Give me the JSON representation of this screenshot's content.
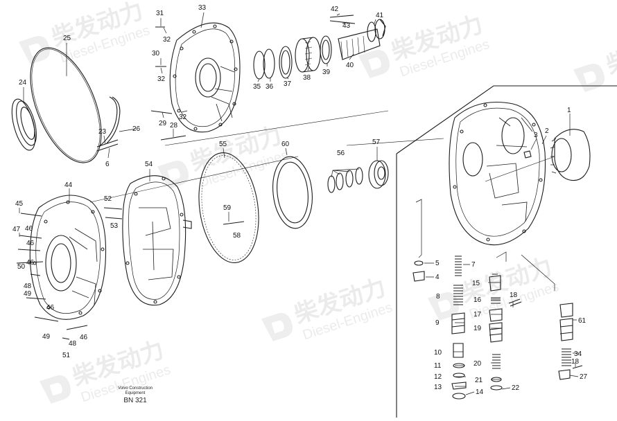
{
  "watermark": {
    "brand": "柴发动力",
    "sub": "Diesel-Engines"
  },
  "caption": {
    "line1": "Volvo Construction",
    "line2": "Equipment",
    "code": "BN 321"
  },
  "callouts": [
    {
      "label": "1"
    },
    {
      "label": "2"
    },
    {
      "label": "3"
    },
    {
      "label": "4"
    },
    {
      "label": "5"
    },
    {
      "label": "6"
    },
    {
      "label": "7"
    },
    {
      "label": "8"
    },
    {
      "label": "9"
    },
    {
      "label": "10"
    },
    {
      "label": "11"
    },
    {
      "label": "12"
    },
    {
      "label": "13"
    },
    {
      "label": "14"
    },
    {
      "label": "15"
    },
    {
      "label": "16"
    },
    {
      "label": "17"
    },
    {
      "label": "18"
    },
    {
      "label": "18"
    },
    {
      "label": "19"
    },
    {
      "label": "20"
    },
    {
      "label": "21"
    },
    {
      "label": "22"
    },
    {
      "label": "23"
    },
    {
      "label": "24"
    },
    {
      "label": "25"
    },
    {
      "label": "26"
    },
    {
      "label": "27"
    },
    {
      "label": "28"
    },
    {
      "label": "29"
    },
    {
      "label": "30"
    },
    {
      "label": "31"
    },
    {
      "label": "32"
    },
    {
      "label": "32"
    },
    {
      "label": "32"
    },
    {
      "label": "33"
    },
    {
      "label": "34"
    },
    {
      "label": "35"
    },
    {
      "label": "36"
    },
    {
      "label": "37"
    },
    {
      "label": "38"
    },
    {
      "label": "39"
    },
    {
      "label": "40"
    },
    {
      "label": "41"
    },
    {
      "label": "42"
    },
    {
      "label": "43"
    },
    {
      "label": "44"
    },
    {
      "label": "45"
    },
    {
      "label": "46"
    },
    {
      "label": "46"
    },
    {
      "label": "46"
    },
    {
      "label": "46"
    },
    {
      "label": "47"
    },
    {
      "label": "48"
    },
    {
      "label": "48"
    },
    {
      "label": "49"
    },
    {
      "label": "49"
    },
    {
      "label": "50"
    },
    {
      "label": "51"
    },
    {
      "label": "52"
    },
    {
      "label": "53"
    },
    {
      "label": "54"
    },
    {
      "label": "55"
    },
    {
      "label": "56"
    },
    {
      "label": "57"
    },
    {
      "label": "58"
    },
    {
      "label": "59"
    },
    {
      "label": "60"
    },
    {
      "label": "61"
    }
  ]
}
